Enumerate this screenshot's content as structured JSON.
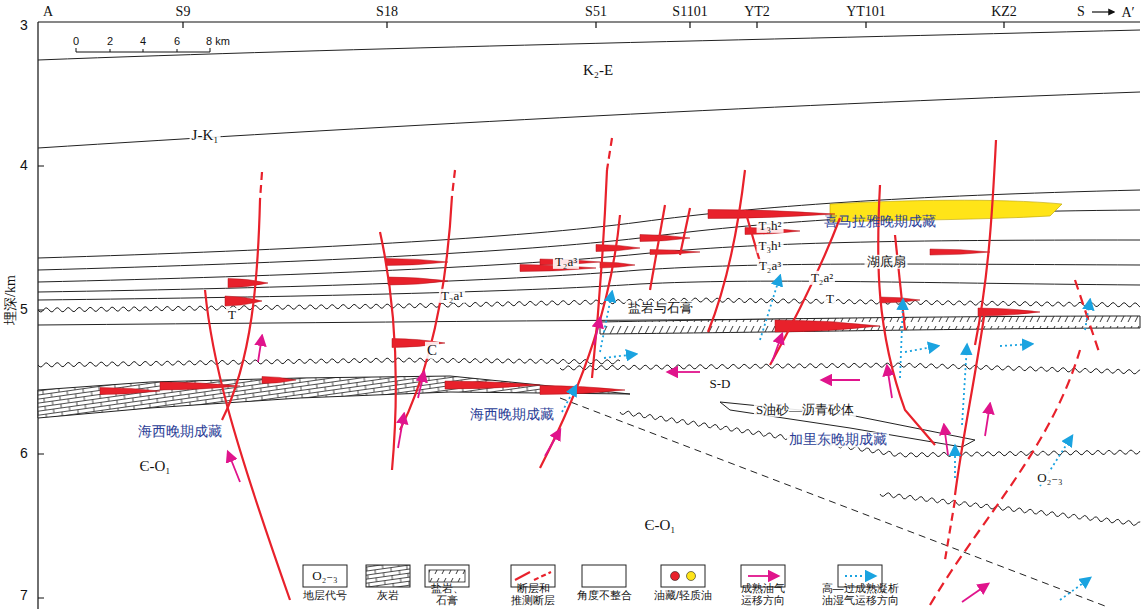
{
  "diagram": {
    "labels": [
      "A",
      "S9",
      "S18",
      "S51",
      "S1101",
      "YT2",
      "YT101",
      "KZ2",
      "S",
      "A′",
      "3",
      "4",
      "5",
      "6",
      "7",
      "埋深/km",
      "0",
      "2",
      "4",
      "6",
      "8 km",
      "K₂-E",
      "J-K₁",
      "T₃h²",
      "T₃h¹",
      "喜马拉雅晚期成藏",
      "湖底扇",
      "T₂a³",
      "T₂a³",
      "T₂a²",
      "T₂a¹",
      "T",
      "T",
      "C",
      "盐岩与石膏",
      "S-D",
      "S油砂—沥青砂体",
      "加里东晚期成藏",
      "海西晚期成藏",
      "海西晚期成藏",
      "O₂₋₃",
      "Є-O₁",
      "Є-O₁",
      "O₂₋₃"
    ],
    "legend": [
      {
        "text": "地层代号"
      },
      {
        "text": "灰岩"
      },
      {
        "text": "盐岩、 石膏"
      },
      {
        "text": "断层和 推测断层"
      },
      {
        "text": "角度不整合"
      },
      {
        "text": "油藏/轻质油"
      },
      {
        "text": "成熟油气 运移方向"
      },
      {
        "text": "高—过成熟凝析 油湿气运移方向"
      }
    ]
  }
}
